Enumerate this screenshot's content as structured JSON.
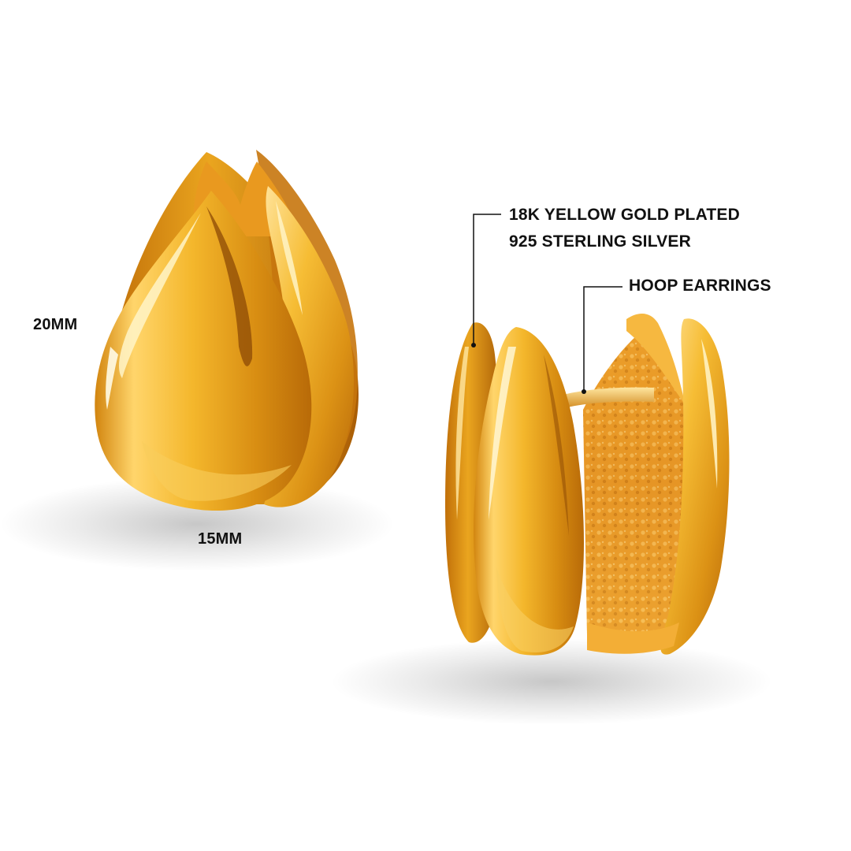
{
  "dimensions": {
    "height_label": "20MM",
    "width_label": "15MM"
  },
  "callouts": {
    "material_line_1": "18K YELLOW GOLD PLATED",
    "material_line_2": "925 STERLING SILVER",
    "product_type": "HOOP EARRINGS"
  },
  "colors": {
    "background": "#ffffff",
    "gold_light": "#ffe08a",
    "gold_mid": "#f3b62e",
    "gold_dark": "#c9780f",
    "gold_deep": "#9a5507",
    "text": "#111111",
    "leader_line": "#111111"
  }
}
